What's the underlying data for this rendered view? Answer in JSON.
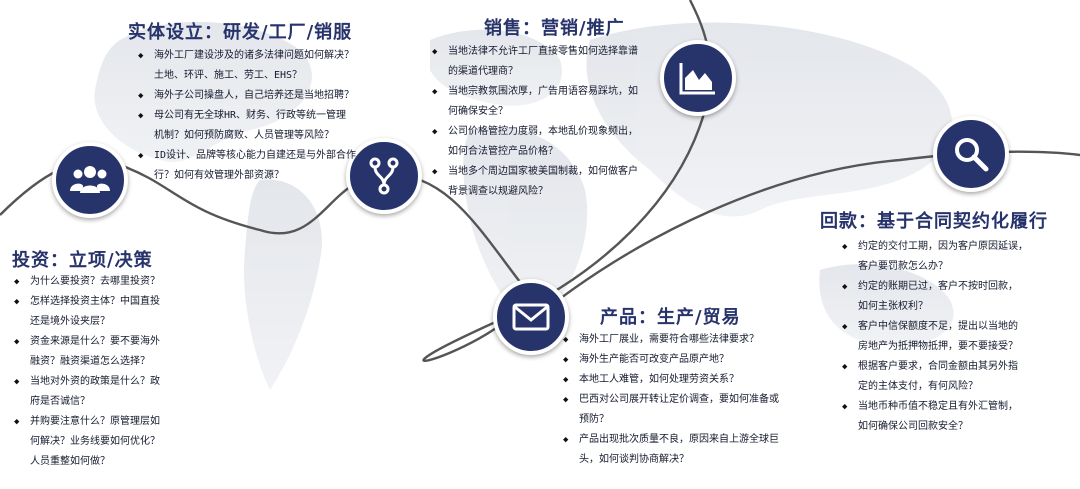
{
  "sections": {
    "invest": {
      "title": "投资：立项/决策",
      "items": [
        [
          "为什么要投资？去哪里投资？"
        ],
        [
          "怎样选择投资主体？中国直投",
          "还是境外设夹层？"
        ],
        [
          "资金来源是什么？要不要海外",
          "融资？融资渠道怎么选择？"
        ],
        [
          "当地对外资的政策是什么？政",
          "府是否诚信？"
        ],
        [
          "并购要注意什么？原管理层如",
          "何解决？业务线要如何优化？",
          "人员重整如何做？"
        ]
      ]
    },
    "entity": {
      "title": "实体设立：研发/工厂/销服",
      "items": [
        [
          "海外工厂建设涉及的诸多法律问题如何解决？",
          "土地、环评、施工、劳工、EHS？"
        ],
        [
          "海外子公司操盘人，自己培养还是当地招聘？"
        ],
        [
          "母公司有无全球HR、财务、行政等统一管理",
          "机制？如何预防腐败、人员管理等风险？"
        ],
        [
          "ID设计、品牌等核心能力自建还是与外部合作",
          "行？如何有效管理外部资源？"
        ]
      ]
    },
    "sales": {
      "title": "销售：营销/推广",
      "items": [
        [
          "当地法律不允许工厂直接零售如何选择靠谱",
          "的渠道代理商？"
        ],
        [
          "当地宗教氛围浓厚，广告用语容易踩坑，如",
          "何确保安全？"
        ],
        [
          "公司价格管控力度弱，本地乱价现象频出，",
          "如何合法管控产品价格？"
        ],
        [
          "当地多个周边国家被美国制裁，如何做客户",
          "背景调查以规避风险？"
        ]
      ]
    },
    "product": {
      "title": "产品：生产/贸易",
      "items": [
        [
          "海外工厂展业，需要符合哪些法律要求？"
        ],
        [
          "海外生产能否可改变产品原产地？"
        ],
        [
          "本地工人难管，如何处理劳资关系？"
        ],
        [
          "巴西对公司展开转让定价调查，要如何准备或",
          "预防？"
        ],
        [
          "产品出现批次质量不良，原因来自上游全球巨",
          "头，如何谈判协商解决？"
        ]
      ]
    },
    "collect": {
      "title": "回款：基于合同契约化履行",
      "items": [
        [
          "约定的交付工期，因为客户原因延误，",
          "客户要罚款怎么办？"
        ],
        [
          "约定的账期已过，客户不按时回款，",
          "如何主张权利？"
        ],
        [
          "客户中信保额度不足，提出以当地的",
          "房地产为抵押物抵押，要不要接受？"
        ],
        [
          "根据客户要求，合同金额由其另外指",
          "定的主体支付，有何风险？"
        ],
        [
          "当地币种币值不稳定且有外汇管制，",
          "如何确保公司回款安全？"
        ]
      ]
    }
  },
  "icons": {
    "invest": "people-group-icon",
    "entity": "branch-icon",
    "sales": "area-chart-icon",
    "product": "envelope-icon",
    "collect": "search-icon"
  },
  "colors": {
    "circle": "#27336b",
    "heading": "#27336b",
    "curve": "#555555",
    "map": "#e6e8ec"
  }
}
